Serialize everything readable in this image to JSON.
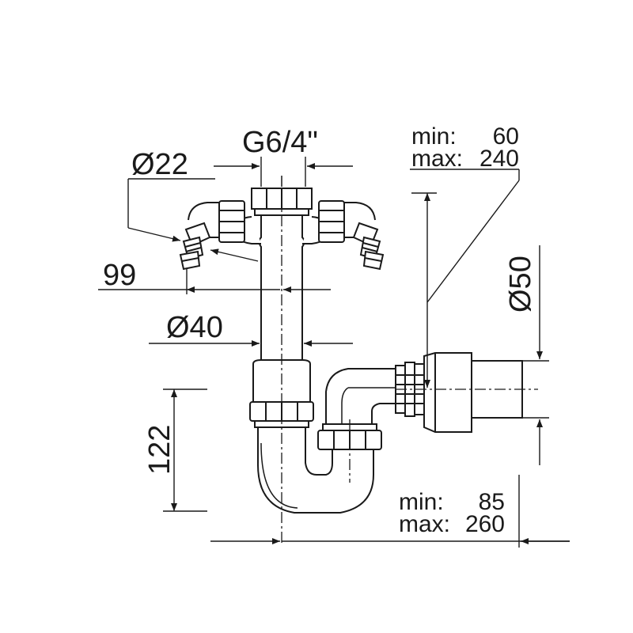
{
  "labels": {
    "thread": "G6/4\"",
    "inlet_diameter": "Ø22",
    "inlet_offset": "99",
    "pipe_diameter": "Ø40",
    "trap_depth": "122",
    "outlet_diameter": "Ø50"
  },
  "height_range": {
    "min_label": "min:",
    "min_value": "60",
    "max_label": "max:",
    "max_value": "240"
  },
  "length_range": {
    "min_label": "min:",
    "min_value": "85",
    "max_label": "max:",
    "max_value": "260"
  },
  "colors": {
    "line": "#1a1a1a",
    "background": "#ffffff"
  }
}
